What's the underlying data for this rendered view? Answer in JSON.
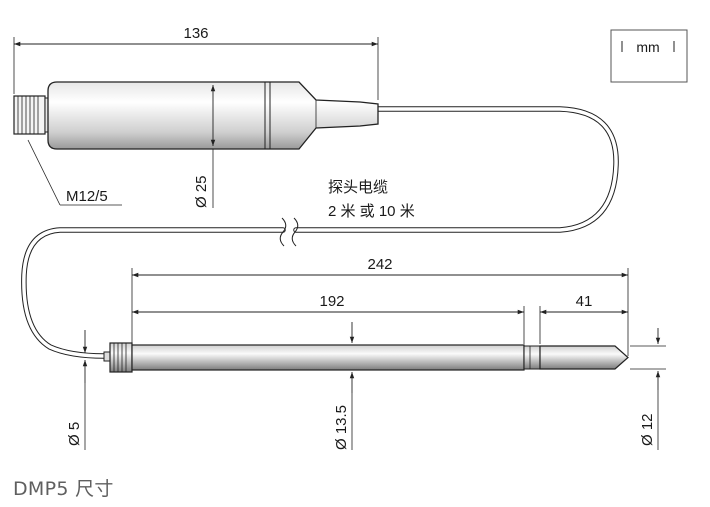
{
  "unit_box": {
    "label": "mm"
  },
  "dimensions": {
    "transmitter_length": "136",
    "transmitter_diameter": "Ø 25",
    "connector": "M12/5",
    "cable_label_line1": "探头电缆",
    "cable_label_line2": "2 米 或 10 米",
    "probe_total_length": "242",
    "probe_body_length": "192",
    "probe_tip_length": "41",
    "cable_diameter": "Ø 5",
    "probe_body_diameter": "Ø 13.5",
    "probe_tip_diameter": "Ø 12"
  },
  "caption": "DMP5 尺寸"
}
